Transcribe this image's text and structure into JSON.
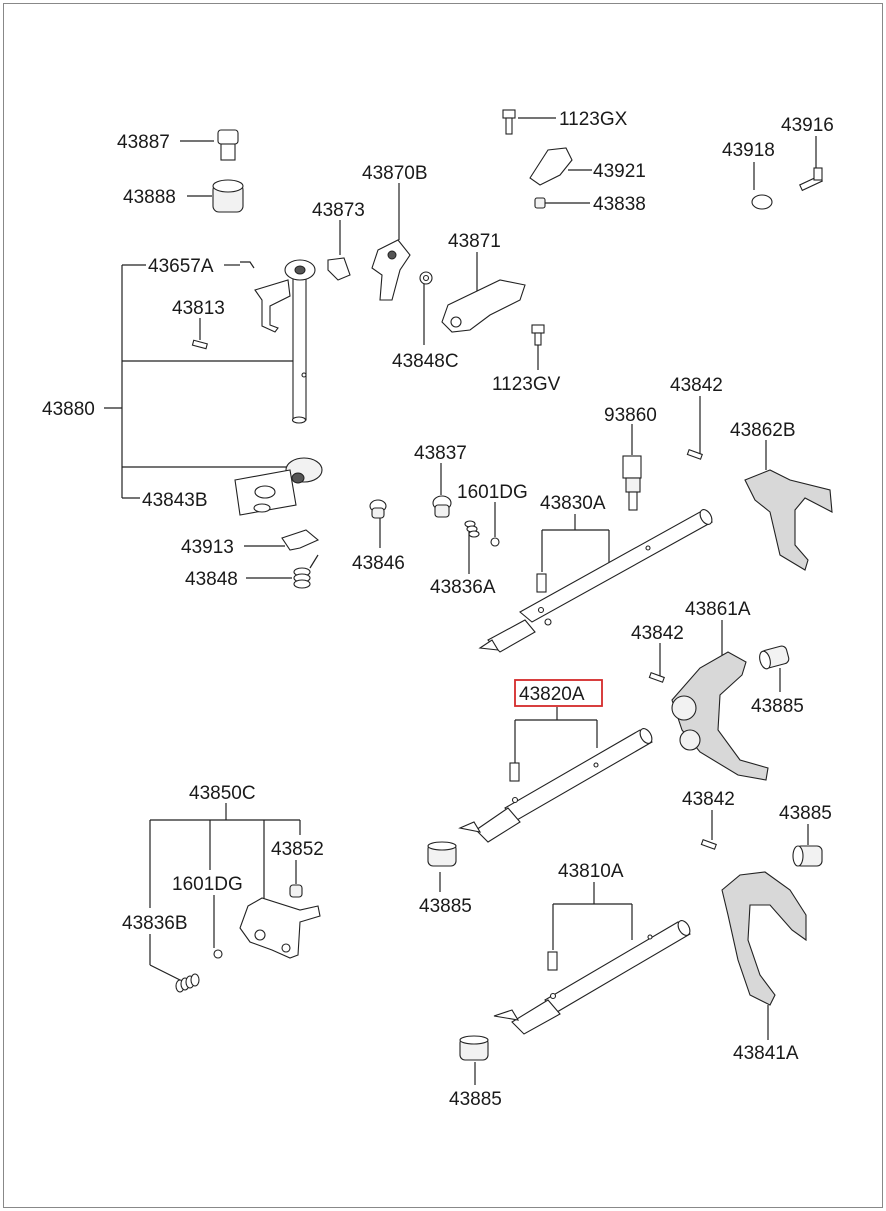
{
  "diagram": {
    "labels": {
      "l_43887": "43887",
      "l_43888": "43888",
      "l_43657A": "43657A",
      "l_43813": "43813",
      "l_43880": "43880",
      "l_43843B": "43843B",
      "l_43913": "43913",
      "l_43848": "43848",
      "l_43873": "43873",
      "l_43870B": "43870B",
      "l_43871": "43871",
      "l_43848C": "43848C",
      "l_1123GX": "1123GX",
      "l_43921": "43921",
      "l_43838": "43838",
      "l_1123GV": "1123GV",
      "l_43916": "43916",
      "l_43918": "43918",
      "l_43842_a": "43842",
      "l_93860": "93860",
      "l_43862B": "43862B",
      "l_43837": "43837",
      "l_1601DG_a": "1601DG",
      "l_43830A": "43830A",
      "l_43846": "43846",
      "l_43836A": "43836A",
      "l_43842_b": "43842",
      "l_43861A": "43861A",
      "l_43885_a": "43885",
      "l_43820A": "43820A",
      "l_43842_c": "43842",
      "l_43885_b": "43885",
      "l_43850C": "43850C",
      "l_43852": "43852",
      "l_1601DG_b": "1601DG",
      "l_43836B": "43836B",
      "l_43885_c": "43885",
      "l_43810A": "43810A",
      "l_43841A": "43841A",
      "l_43885_d": "43885"
    },
    "highlight_color": "#d42a2a",
    "highlighted_part": "43820A"
  }
}
